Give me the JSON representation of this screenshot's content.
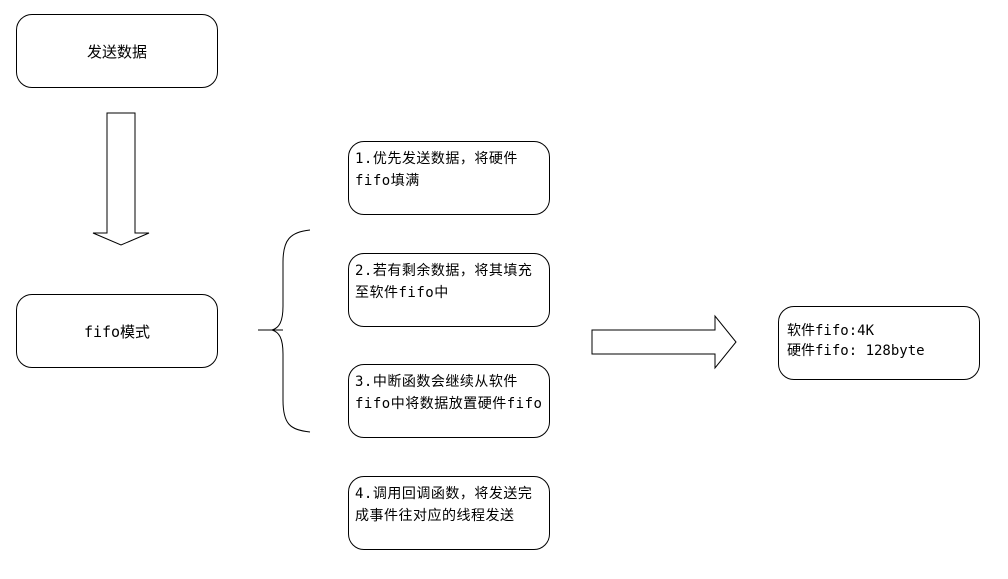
{
  "send_data": "发送数据",
  "fifo_mode": "fifo模式",
  "steps": [
    "1.优先发送数据，将硬件fifo填满",
    "2.若有剩余数据，将其填充至软件fifo中",
    "3.中断函数会继续从软件fifo中将数据放置硬件fifo",
    "4.调用回调函数，将发送完成事件往对应的线程发送"
  ],
  "fifo_info": {
    "software": "软件fifo:4K",
    "hardware": "硬件fifo: 128byte"
  }
}
